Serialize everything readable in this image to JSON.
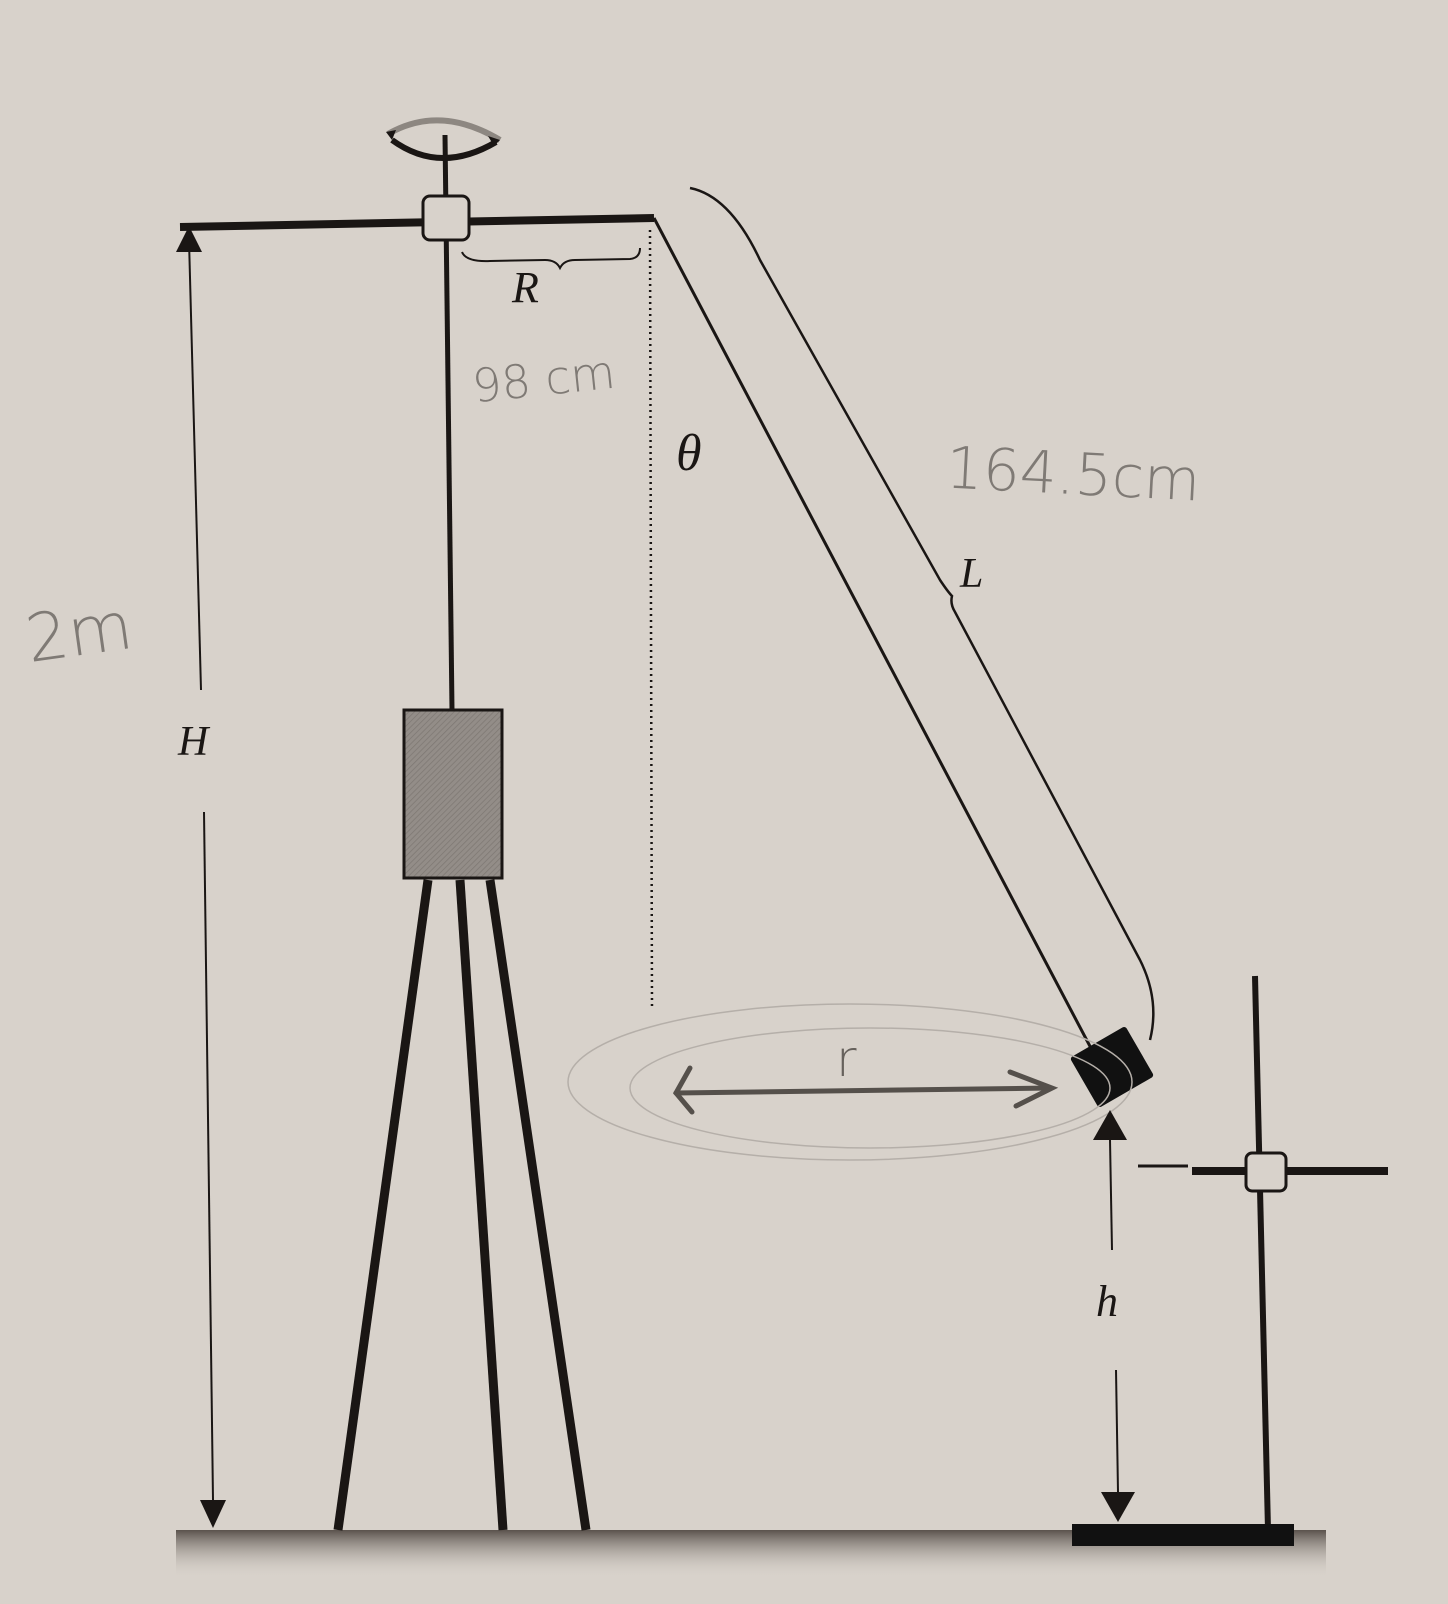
{
  "diagram": {
    "title": "Conical pendulum on tripod stand",
    "colors": {
      "paper": "#d8d2cb",
      "ink": "#1a1614",
      "pencil": "#7f7a75",
      "weight_box": "#8f8985"
    },
    "labels": {
      "R": "R",
      "theta": "θ",
      "L": "L",
      "H": "H",
      "h": "h",
      "r": "r"
    },
    "handwritten": {
      "R_value": "98 cm",
      "L_value": "164.5cm",
      "H_value": "2m"
    },
    "icons": {
      "rotation": "rotation-arrow-icon"
    }
  }
}
